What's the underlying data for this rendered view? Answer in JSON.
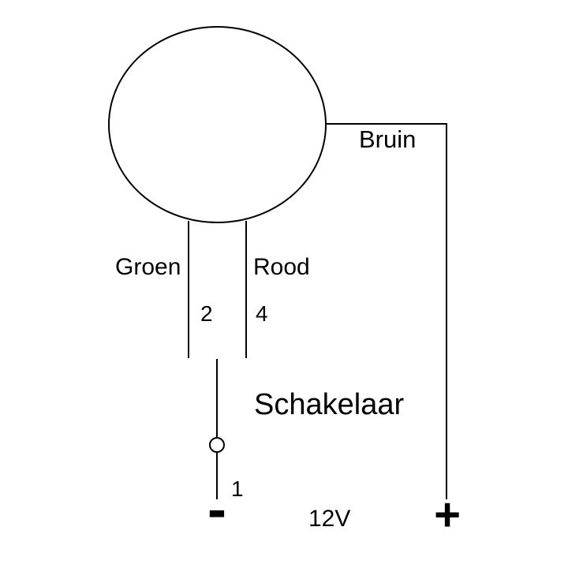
{
  "diagram": {
    "labels": {
      "bruin": "Bruin",
      "groen": "Groen",
      "rood": "Rood",
      "schakelaar": "Schakelaar",
      "supply": "12V",
      "pin_groen": "2",
      "pin_rood": "4",
      "pin_switch": "1",
      "negative_terminal": "-",
      "positive_terminal": "+"
    },
    "colors": {
      "line": "#000000",
      "text": "#000000",
      "background": "#ffffff"
    }
  }
}
